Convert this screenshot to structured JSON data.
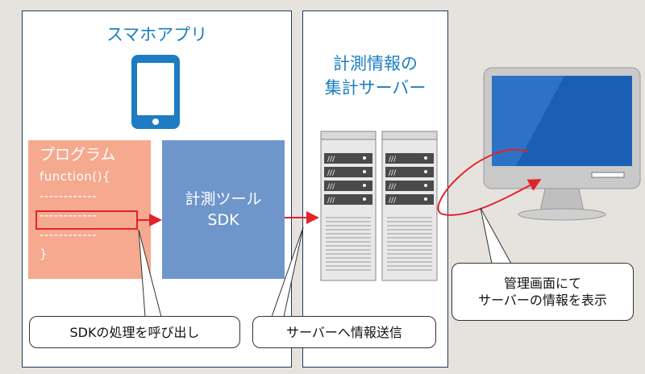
{
  "app_panel": {
    "title": "スマホアプリ",
    "program": {
      "title": "プログラム",
      "lines": [
        "function(){",
        "------------",
        "------------",
        "------------",
        "}"
      ]
    },
    "sdk_label": "計測ツール\nSDK"
  },
  "server_panel": {
    "title": "計測情報の\n集計サーバー"
  },
  "callouts": {
    "sdk_call": "SDKの処理を呼び出し",
    "send_to_server": "サーバーへ情報送信",
    "admin_screen": "管理画面にて\nサーバーの情報を表示"
  },
  "colors": {
    "title_blue": "#1b7fc1",
    "program_box": "#f5a98f",
    "sdk_box": "#6f96cb",
    "arrow_red": "#e1232d",
    "phone": "#1d7cc4",
    "monitor_screen": "#1b5fb5"
  },
  "icons": [
    "smartphone-icon",
    "server-rack-icon",
    "desktop-monitor-icon"
  ]
}
